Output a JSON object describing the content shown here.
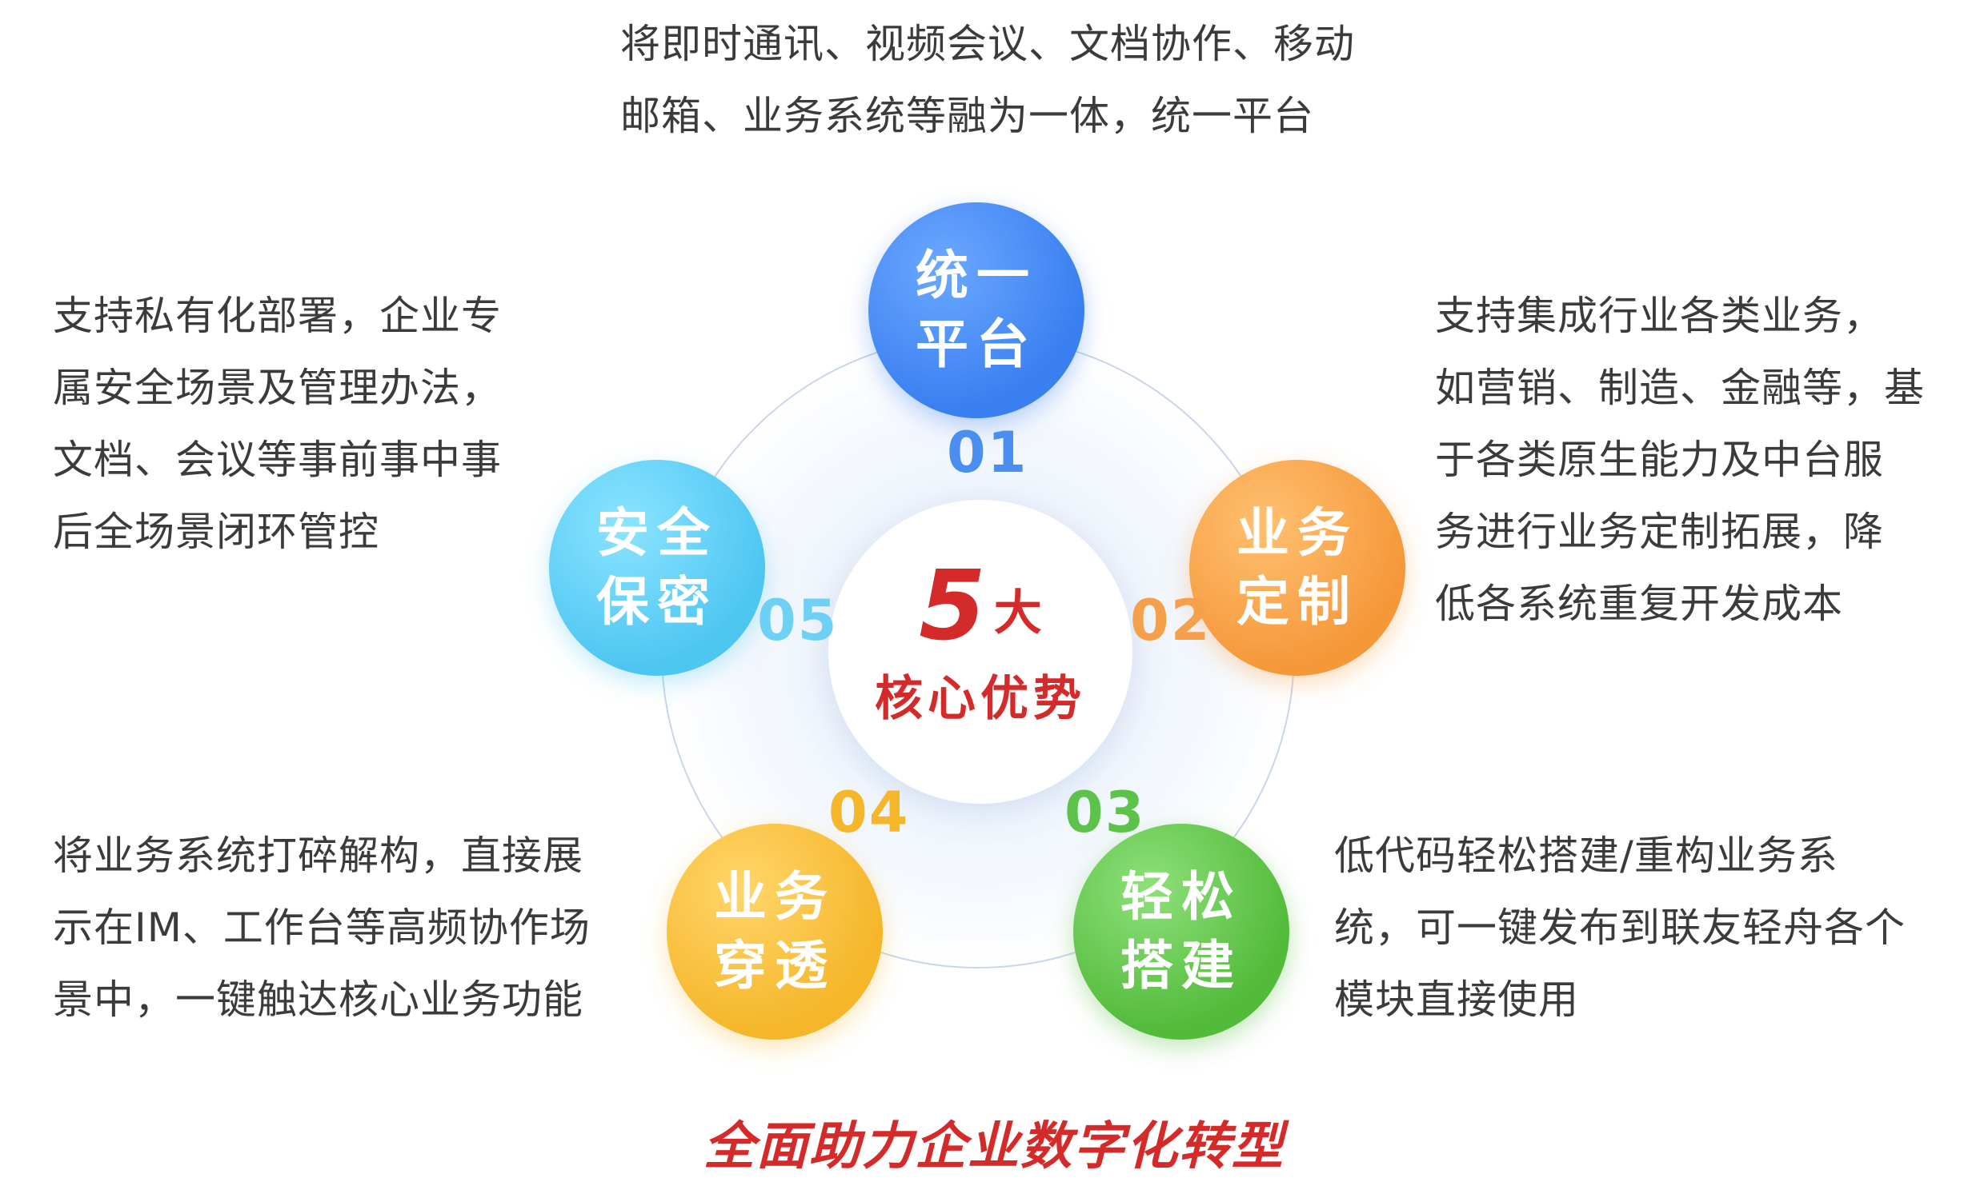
{
  "descriptions": {
    "top": [
      "将即时通讯、视频会议、文档协作、移动",
      "邮箱、业务系统等融为一体，统一平台"
    ],
    "right_top": [
      "支持集成行业各类业务，",
      "如营销、制造、金融等，基",
      "于各类原生能力及中台服",
      "务进行业务定制拓展，降",
      "低各系统重复开发成本"
    ],
    "left_top": [
      "支持私有化部署，企业专",
      "属安全场景及管理办法，",
      "文档、会议等事前事中事",
      "后全场景闭环管控"
    ],
    "left_bottom": [
      "将业务系统打碎解构，直接展",
      "示在IM、工作台等高频协作场",
      "景中，一键触达核心业务功能"
    ],
    "right_bottom": [
      "低代码轻松搭建/重构业务系",
      "统，可一键发布到联友轻舟各个",
      "模块直接使用"
    ]
  },
  "nodes": [
    {
      "number": "01",
      "label_line1": "统一",
      "label_line2": "平台",
      "color": "#3a7ff0"
    },
    {
      "number": "02",
      "label_line1": "业务",
      "label_line2": "定制",
      "color": "#f5983a"
    },
    {
      "number": "03",
      "label_line1": "轻松",
      "label_line2": "搭建",
      "color": "#52bb3a"
    },
    {
      "number": "04",
      "label_line1": "业务",
      "label_line2": "穿透",
      "color": "#f5b62a"
    },
    {
      "number": "05",
      "label_line1": "安全",
      "label_line2": "保密",
      "color": "#4ec6f2"
    }
  ],
  "center": {
    "number": "5",
    "big": "大",
    "subtitle": "核心优势",
    "color": "#d42a2a"
  },
  "footer": "全面助力企业数字化转型"
}
